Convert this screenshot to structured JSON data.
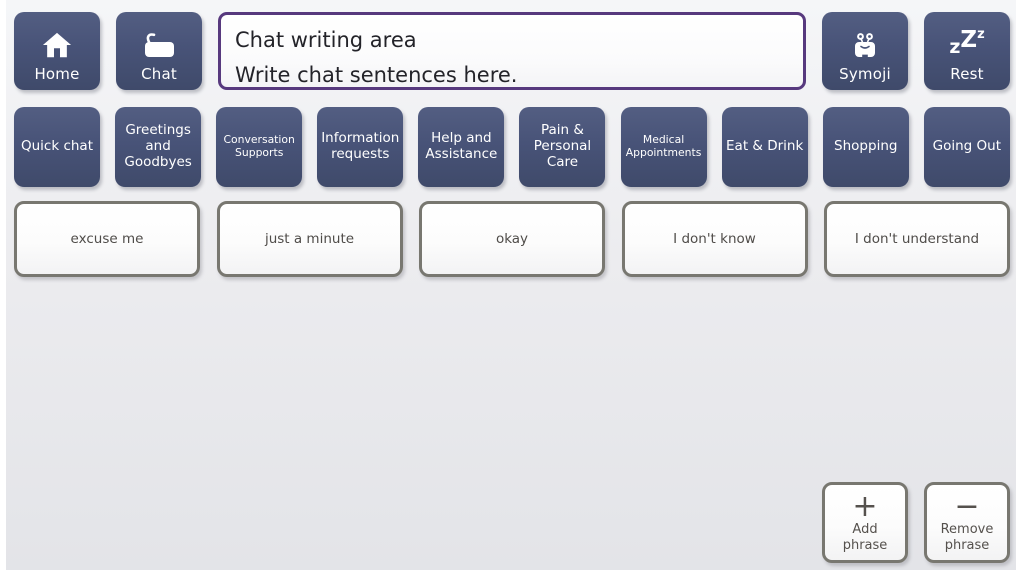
{
  "colors": {
    "tile_blue_top": "#535e82",
    "tile_blue_bottom": "#3f4a6a",
    "writing_border_purple": "#57397e",
    "phrase_border_gray": "#787770",
    "phrase_text_gray": "#4f4c49",
    "background_gray": "#ececef",
    "text_dark": "#232329"
  },
  "toolbar": {
    "home_label": "Home",
    "chat_label": "Chat",
    "symoji_label": "Symoji",
    "rest_label": "Rest",
    "rest_glyphs": {
      "z1": "z",
      "z2": "Z",
      "z3": "z"
    },
    "writing_area": {
      "line1": "Chat writing area",
      "line2": "Write chat sentences here."
    }
  },
  "categories": [
    {
      "label": "Quick chat",
      "small": false
    },
    {
      "label": "Greetings and Goodbyes",
      "small": false
    },
    {
      "label": "Conversation Supports",
      "small": true
    },
    {
      "label": "Information requests",
      "small": false
    },
    {
      "label": "Help and Assistance",
      "small": false
    },
    {
      "label": "Pain & Personal Care",
      "small": false
    },
    {
      "label": "Medical Appointments",
      "small": true
    },
    {
      "label": "Eat & Drink",
      "small": false
    },
    {
      "label": "Shopping",
      "small": false
    },
    {
      "label": "Going Out",
      "small": false
    }
  ],
  "phrases": [
    "excuse me",
    "just a minute",
    "okay",
    "I don't know",
    "I don't understand"
  ],
  "phrase_actions": [
    {
      "icon": "plus-icon",
      "label": "Add phrase"
    },
    {
      "icon": "minus-icon",
      "label": "Remove phrase"
    }
  ]
}
